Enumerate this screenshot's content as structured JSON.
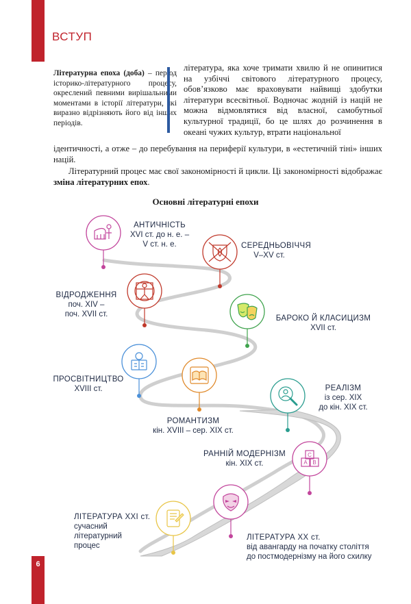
{
  "header": {
    "section": "ВСТУП"
  },
  "definition": {
    "term": "Літературна епоха (доба)",
    "text": " – період історико-літературного процесу, окреслений певними вирішальними моментами в історії літератури, які виразно відрізняють його від інших періодів."
  },
  "body": {
    "p1": "література, яка хоче тримати хвилю й не опинитися на узбіччі світового літературного процесу, обов’язково має враховувати найвищі здобутки літератури всесвітньої. Водночас жодній із націй не можна відмовлятися від власної, самобутньої культурної традиції, бо це шлях до розчинення в океані чужих культур, втрати національної",
    "p2": "ідентичності, а отже – до перебування на периферії культури, в «естетичній тіні» інших націй.",
    "p3_start": "Літературний процес має свої закономірності й цикли. Ці закономірності відображає ",
    "p3_bold": "зміна літературних епох",
    "p3_end": "."
  },
  "infographic": {
    "title": "Основні літературні епохи",
    "epochs": [
      {
        "name": "АНТИЧНІСТЬ",
        "period": [
          "XVI ст. до н. е. –",
          "V ст. н. е."
        ],
        "color": "#c2459c",
        "icon": "colosseum-icon"
      },
      {
        "name": "СЕРЕДНЬОВІЧЧЯ",
        "period": [
          "V–XV ст."
        ],
        "color": "#c0392b",
        "icon": "heraldic-shield-icon"
      },
      {
        "name": "ВІДРОДЖЕННЯ",
        "period": [
          "поч. XIV –",
          "поч. XVII ст."
        ],
        "color": "#c0392b",
        "icon": "vitruvian-man-icon"
      },
      {
        "name": "БАРОКО Й КЛАСИЦИЗМ",
        "period": [
          "XVII ст."
        ],
        "color": "#3fa34d",
        "icon": "theatre-masks-icon"
      },
      {
        "name": "ПРОСВІТНИЦТВО",
        "period": [
          "XVIII ст."
        ],
        "color": "#4a90d9",
        "icon": "reading-person-icon"
      },
      {
        "name": "РОМАНТИЗМ",
        "period": [
          "кін. XVIII – сер. XIX ст."
        ],
        "color": "#e08a2b",
        "icon": "open-book-icon"
      },
      {
        "name": "РЕАЛІЗМ",
        "period": [
          "із сер. XIX",
          "до кін. XIX ст."
        ],
        "color": "#2a9d8f",
        "icon": "magnifier-person-icon"
      },
      {
        "name": "РАННІЙ МОДЕРНІЗМ",
        "period": [
          "кін. XIX ст."
        ],
        "color": "#c2459c",
        "icon": "letter-blocks-icon"
      },
      {
        "name": "ЛІТЕРАТУРА XX ст.",
        "period": [
          "від авангарду на початку століття",
          "до постмодернізму на його схилку"
        ],
        "color": "#c2459c",
        "icon": "mask-face-icon"
      },
      {
        "name": "ЛІТЕРАТУРА XXI ст.",
        "period": [
          "сучасний",
          "літературний",
          "процес"
        ],
        "color": "#e8c547",
        "icon": "tablet-device-icon"
      }
    ],
    "icon_letters": {
      "a": "A",
      "b": "B",
      "c": "C"
    }
  },
  "footer": {
    "page": "6"
  }
}
